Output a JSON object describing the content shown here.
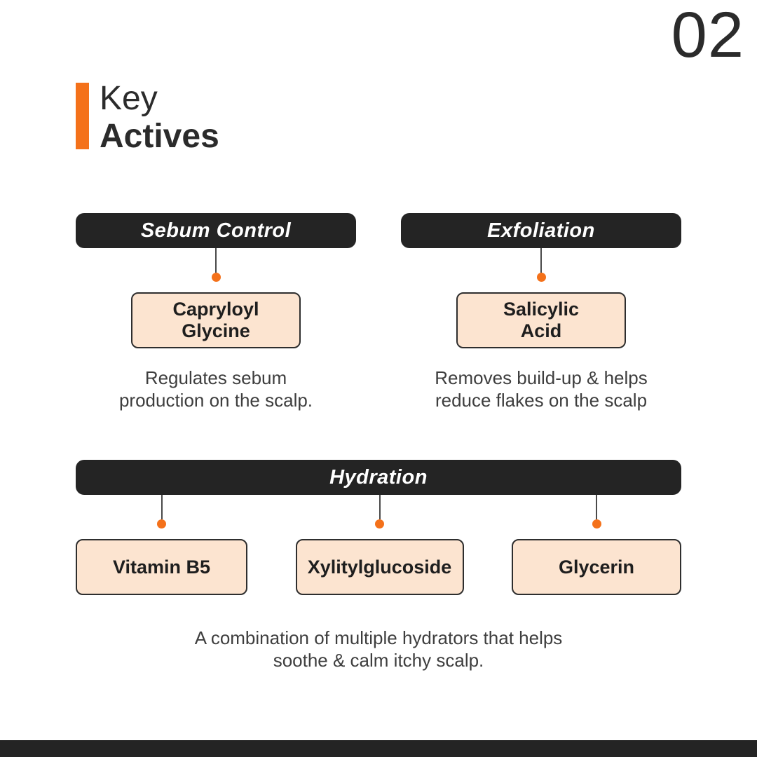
{
  "page_number": "02",
  "header": {
    "title_light": "Key",
    "title_bold": "Actives"
  },
  "sections": {
    "sebum_control": {
      "category": "Sebum Control",
      "active": "Capryloyl\nGlycine",
      "description": "Regulates sebum\nproduction on the scalp."
    },
    "exfoliation": {
      "category": "Exfoliation",
      "active": "Salicylic\nAcid",
      "description": "Removes build-up & helps\nreduce flakes on the scalp"
    },
    "hydration": {
      "category": "Hydration",
      "actives": [
        "Vitamin B5",
        "Xylitylglucoside",
        "Glycerin"
      ],
      "description": "A combination of multiple hydrators that helps\nsoothe & calm itchy scalp."
    }
  },
  "colors": {
    "accent_orange": "#F4711A",
    "dark": "#242424",
    "peach": "#FCE4D0"
  }
}
